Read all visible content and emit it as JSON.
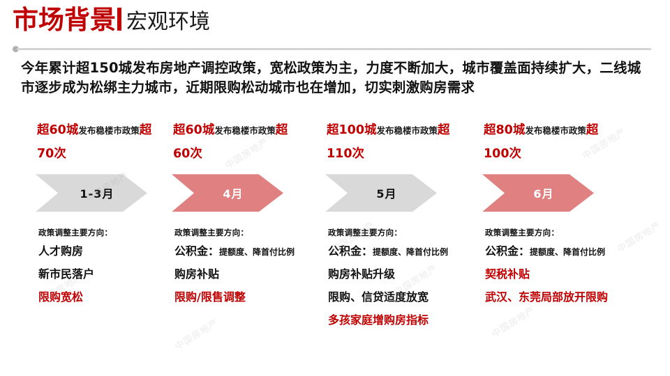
{
  "header": {
    "title_main": "市场背景",
    "title_sub": "宏观环境",
    "divider_icon": "horizontal-rule-with-dot"
  },
  "lead": {
    "text": "今年累计超150城发布房地产调控政策，宽松政策为主，力度不断加大，城市覆盖面持续扩大，二线城市逐步成为松绑主力城市，近期限购松动城市也在增加，切实刺激购房需求"
  },
  "colors": {
    "brand_red": "#C00000",
    "chevron_gray": "#d9d9d9",
    "chevron_red": "#e08080",
    "rule_gray": "#d3d3d3",
    "text_black": "#111111"
  },
  "columns": [
    {
      "stat": {
        "cities_prefix": "超60城",
        "middle": "发布稳楼市政策",
        "times_prefix": "超",
        "times": "70次"
      },
      "arrow": {
        "label": "1-3月",
        "style": "gray"
      },
      "directions": {
        "heading": "政策调整主要方向：",
        "items": [
          {
            "text": "人才购房",
            "sub": "",
            "color": "black"
          },
          {
            "text": "新市民落户",
            "sub": "",
            "color": "black"
          },
          {
            "text": "限购宽松",
            "sub": "",
            "color": "red"
          }
        ]
      }
    },
    {
      "stat": {
        "cities_prefix": "超60城",
        "middle": "发布稳楼市政策",
        "times_prefix": "超",
        "times": "60次"
      },
      "arrow": {
        "label": "4月",
        "style": "red"
      },
      "directions": {
        "heading": "政策调整主要方向：",
        "items": [
          {
            "text": "公积金：",
            "sub": "提额度、降首付比例",
            "color": "black"
          },
          {
            "text": "购房补贴",
            "sub": "",
            "color": "black"
          },
          {
            "text": "限购/限售调整",
            "sub": "",
            "color": "red"
          }
        ]
      }
    },
    {
      "stat": {
        "cities_prefix": "超100城",
        "middle": "发布稳楼市政策",
        "times_prefix": "超",
        "times": "110次"
      },
      "arrow": {
        "label": "5月",
        "style": "gray"
      },
      "directions": {
        "heading": "政策调整主要方向：",
        "items": [
          {
            "text": "公积金：",
            "sub": "提额度、降首付比例",
            "color": "black"
          },
          {
            "text": "购房补贴升级",
            "sub": "",
            "color": "black"
          },
          {
            "text": "限购、信贷适度放宽",
            "sub": "",
            "color": "black"
          },
          {
            "text": "多孩家庭增购房指标",
            "sub": "",
            "color": "red"
          }
        ]
      }
    },
    {
      "stat": {
        "cities_prefix": "超80城",
        "middle": "发布稳楼市政策",
        "times_prefix": "超",
        "times": "100次"
      },
      "arrow": {
        "label": "6月",
        "style": "red"
      },
      "directions": {
        "heading": "政策调整主要方向：",
        "items": [
          {
            "text": "公积金：",
            "sub": "提额度、降首付比例",
            "color": "black"
          },
          {
            "text": "契税补贴",
            "sub": "",
            "color": "red"
          },
          {
            "text": "武汉、东莞局部放开限购",
            "sub": "",
            "color": "red"
          }
        ]
      }
    }
  ],
  "watermark": {
    "text": "中国房地产",
    "count": 9
  }
}
